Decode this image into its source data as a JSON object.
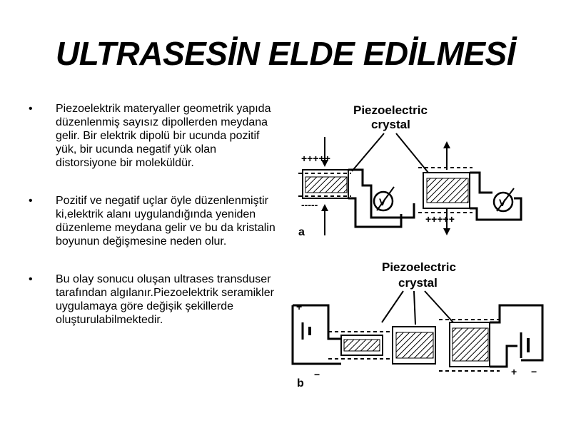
{
  "slide": {
    "title": "ULTRASESİN ELDE EDİLMESİ",
    "bullet_glyph": "•",
    "bullets": [
      "Piezoelektrik materyaller geometrik yapıda düzenlenmiş sayısız dipollerden meydana gelir. Bir elektrik dipolü bir ucunda pozitif yük, bir ucunda negatif yük olan distorsiyone bir moleküldür.",
      "Pozitif ve negatif uçlar öyle düzenlenmiştir ki,elektrik alanı uygulandığında yeniden düzenleme meydana gelir ve bu da kristalin boyunun değişmesine neden olur.",
      "Bu olay sonucu oluşan ultrases transduser tarafından algılanır.Piezoelektrik seramikler uygulamaya göre değişik şekillerde oluşturulabilmektedir."
    ]
  },
  "figure": {
    "panel_a": {
      "label_line1": "Piezoelectric",
      "label_line2": "crystal",
      "letter": "a",
      "meter_symbol": "V",
      "plus_signs": "+++++",
      "minus_signs": "-----"
    },
    "panel_b": {
      "label_line1": "Piezoelectric",
      "label_line2": "crystal",
      "letter": "b",
      "plus": "+",
      "minus": "−"
    }
  }
}
